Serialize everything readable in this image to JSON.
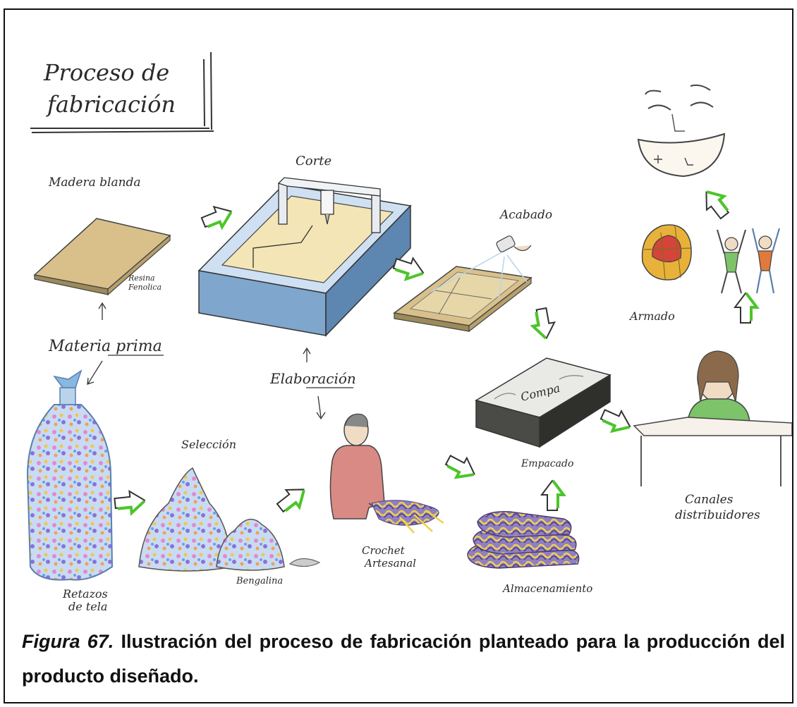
{
  "title": {
    "line1": "Proceso de",
    "line2": "fabricación"
  },
  "labels": {
    "raw_material": "Materia prima",
    "softwood": "Madera blanda",
    "phenolic_resin_1": "Resina",
    "phenolic_resin_2": "Fenolica",
    "cutting": "Corte",
    "finishing": "Acabado",
    "fabric_scraps_1": "Retazos",
    "fabric_scraps_2": "de tela",
    "selection": "Selección",
    "bengaline": "Bengalina",
    "elaboration": "Elaboración",
    "crochet_1": "Crochet",
    "crochet_2": "Artesanal",
    "storage": "Almacenamiento",
    "packaging": "Empacado",
    "box_text": "Compa",
    "assembly": "Armado",
    "channels_1": "Canales",
    "channels_2": "distribuidores"
  },
  "caption": {
    "figure": "Figura 67.",
    "text": "Ilustración del proceso de fabricación planteado para la producción del producto diseñado."
  },
  "colors": {
    "arrow_green": "#4cc52a",
    "wood": "#d9c08a",
    "machine_blue": "#7fa6cc",
    "box_dark": "#4a4a46",
    "shirt_green": "#7cc36a",
    "shirt_red": "#d98a84",
    "skin": "#f0dcc4"
  }
}
